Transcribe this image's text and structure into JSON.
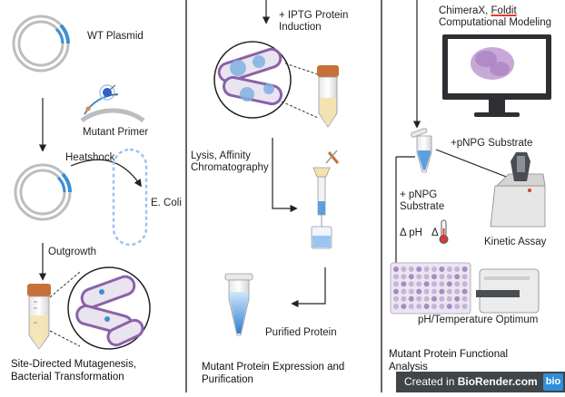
{
  "col1": {
    "wt_plasmid": "WT Plasmid",
    "mutant_primer": "Mutant Primer",
    "heatshock": "Heatshock",
    "ecoli": "E. Coli",
    "outgrowth": "Outgrowth",
    "caption_line1": "Site-Directed Mutagenesis,",
    "caption_line2": "Bacterial Transformation"
  },
  "col2": {
    "iptg_line1": "+ IPTG Protein",
    "iptg_line2": "Induction",
    "lysis_line1": "Lysis, Affinity",
    "lysis_line2": "Chromatography",
    "purified": "Purified Protein",
    "caption_line1": "Mutant Protein Expression and",
    "caption_line2": "Purification"
  },
  "col3": {
    "chimerax": "ChimeraX, ",
    "foldit": "Foldit",
    "modeling": "Computational Modeling",
    "pnpg_top": "+pNPG Substrate",
    "pnpg_left_line1": "+ pNPG",
    "pnpg_left_line2": "Substrate",
    "delta_ph": "Δ pH",
    "delta_t": "Δ",
    "kinetic": "Kinetic Assay",
    "ph_temp": "pH/Temperature Optimum",
    "caption_line1": "Mutant Protein Functional",
    "caption_line2": "Analysis"
  },
  "badge": {
    "created_in": "Created in ",
    "brand": "BioRender.com",
    "logo": "bio"
  },
  "colors": {
    "plasmid_ring": "#bdbdbd",
    "insert_blue": "#3b8fd4",
    "tube_cap": "#c8703a",
    "tube_liquid": "#f3e3b0",
    "cell_purple": "#8a62a8",
    "protein_blue": "#7fb2e0"
  }
}
